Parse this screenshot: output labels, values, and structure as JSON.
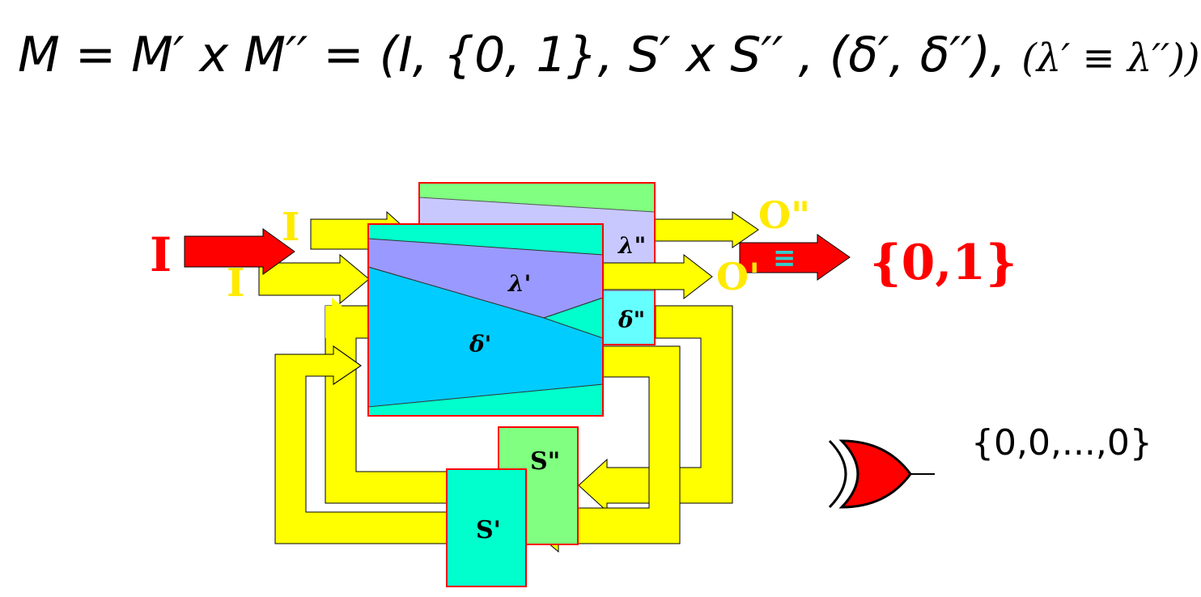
{
  "formula": {
    "main": "M = M′ x M′′ = (I, {0, 1}, S′ x S′′ , (δ′, δ′′), ",
    "lambda_part": "(λ′ ≡ λ′′))"
  },
  "diagram": {
    "input_red": "I",
    "input_yellow_upper": "I",
    "input_yellow_lower": "I",
    "out_double_prime": "O\"",
    "out_prime": "O'",
    "result": "{0,1}",
    "equiv": "≡",
    "lambda_prime": "λ'",
    "lambda_double_prime": "λ\"",
    "delta_prime": "δ'",
    "delta_double_prime": "δ\"",
    "s_prime": "S'",
    "s_double_prime": "S\""
  },
  "xor_output": "{0,0,...,0}",
  "colors": {
    "red": "#ff0000",
    "yellow": "#ffff00",
    "label_yellow": "#ffea00",
    "green": "#80ff80",
    "teal": "#00ffcc",
    "lavender": "#c8c8ff",
    "purple": "#9999ff",
    "blue": "#00ccff",
    "cyan": "#66ffff"
  }
}
